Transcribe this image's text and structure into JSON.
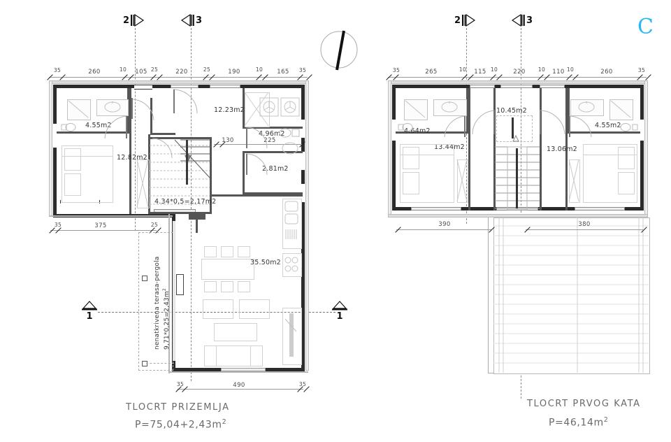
{
  "sheet": {
    "logo": "C",
    "north_icon": "north-arrow-icon"
  },
  "section_markers": {
    "ground": [
      {
        "id": "marker-2-ground",
        "label": "2",
        "direction": "right"
      },
      {
        "id": "marker-3-ground",
        "label": "3",
        "direction": "left"
      },
      {
        "id": "marker-1-left",
        "label": "1",
        "direction": "up"
      },
      {
        "id": "marker-1-right",
        "label": "1",
        "direction": "up"
      }
    ],
    "first": [
      {
        "id": "marker-2-first",
        "label": "2",
        "direction": "right"
      },
      {
        "id": "marker-3-first",
        "label": "3",
        "direction": "left"
      }
    ]
  },
  "ground_floor": {
    "caption_title": "TLOCRT PRIZEMLJA",
    "caption_area": "P=75,04+2,43m",
    "caption_area_sup": "2",
    "dimensions_top": [
      "35",
      "260",
      "10",
      "105",
      "25",
      "220",
      "25",
      "190",
      "10",
      "165",
      "35"
    ],
    "dimensions_mid_left": [
      "35",
      "375",
      "25"
    ],
    "dimensions_inner": [
      "130",
      "225"
    ],
    "dimensions_bottom": [
      "35",
      "490",
      "35"
    ],
    "rooms": [
      {
        "name": "bathroom-upper-left",
        "label": "4.55m2"
      },
      {
        "name": "bedroom-left",
        "label": "12.82m2"
      },
      {
        "name": "stairs-ground",
        "label": "4.34*0,5=2,17m2"
      },
      {
        "name": "hall-ground",
        "label": "12.23m2"
      },
      {
        "name": "bathroom-right",
        "label": "4.96m2"
      },
      {
        "name": "storage-right",
        "label": "2.81m2"
      },
      {
        "name": "living-kitchen",
        "label": "35.50m2"
      }
    ],
    "terrace_note_line1": "nenatkrivena terasa-pergola",
    "terrace_note_line2": "9,71*0,25=2,43m",
    "terrace_note_sup": "2"
  },
  "first_floor": {
    "caption_title": "TLOCRT PRVOG KATA",
    "caption_area": "P=46,14m",
    "caption_area_sup": "2",
    "dimensions_top": [
      "35",
      "265",
      "10",
      "115",
      "10",
      "220",
      "10",
      "110",
      "10",
      "260",
      "35"
    ],
    "dimensions_bottom": [
      "390",
      "380"
    ],
    "rooms": [
      {
        "name": "bathroom-left-first",
        "label": "4.64m2"
      },
      {
        "name": "bedroom-left-first",
        "label": "13.44m2"
      },
      {
        "name": "hall-first",
        "label": "10.45m2"
      },
      {
        "name": "bathroom-right-first",
        "label": "4.55m2"
      },
      {
        "name": "bedroom-right-first",
        "label": "13.06m2"
      }
    ]
  },
  "colors": {
    "accent": "#29b6f6",
    "wall": "#2b2b2b",
    "dim_text": "#4a4a4a",
    "caption": "#6a6a6a"
  }
}
